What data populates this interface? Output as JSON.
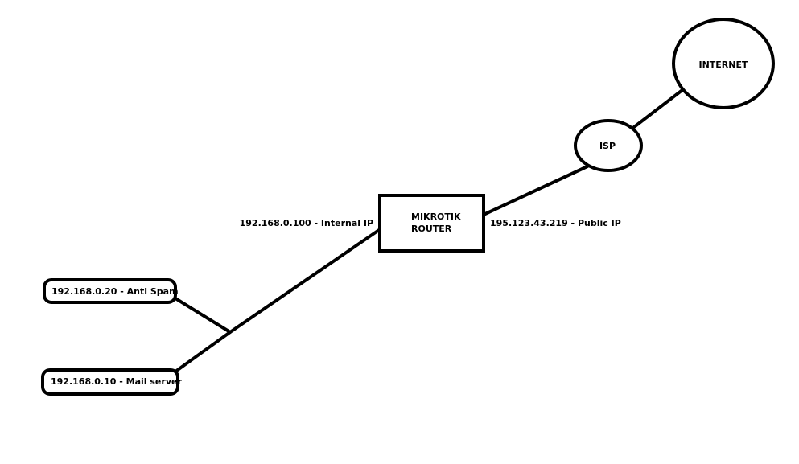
{
  "nodes": {
    "internet": {
      "label": "INTERNET"
    },
    "isp": {
      "label": "ISP"
    },
    "router": {
      "label_line1": "MIKROTIK",
      "label_line2": "ROUTER"
    },
    "anti_spam": {
      "label": "192.168.0.20 - Anti Spam"
    },
    "mail_server": {
      "label": "192.168.0.10 - Mail server"
    }
  },
  "edge_labels": {
    "internal_ip": "192.168.0.100 - Internal IP",
    "public_ip": "195.123.43.219 - Public IP"
  },
  "colors": {
    "stroke": "#000000",
    "background": "#ffffff"
  }
}
